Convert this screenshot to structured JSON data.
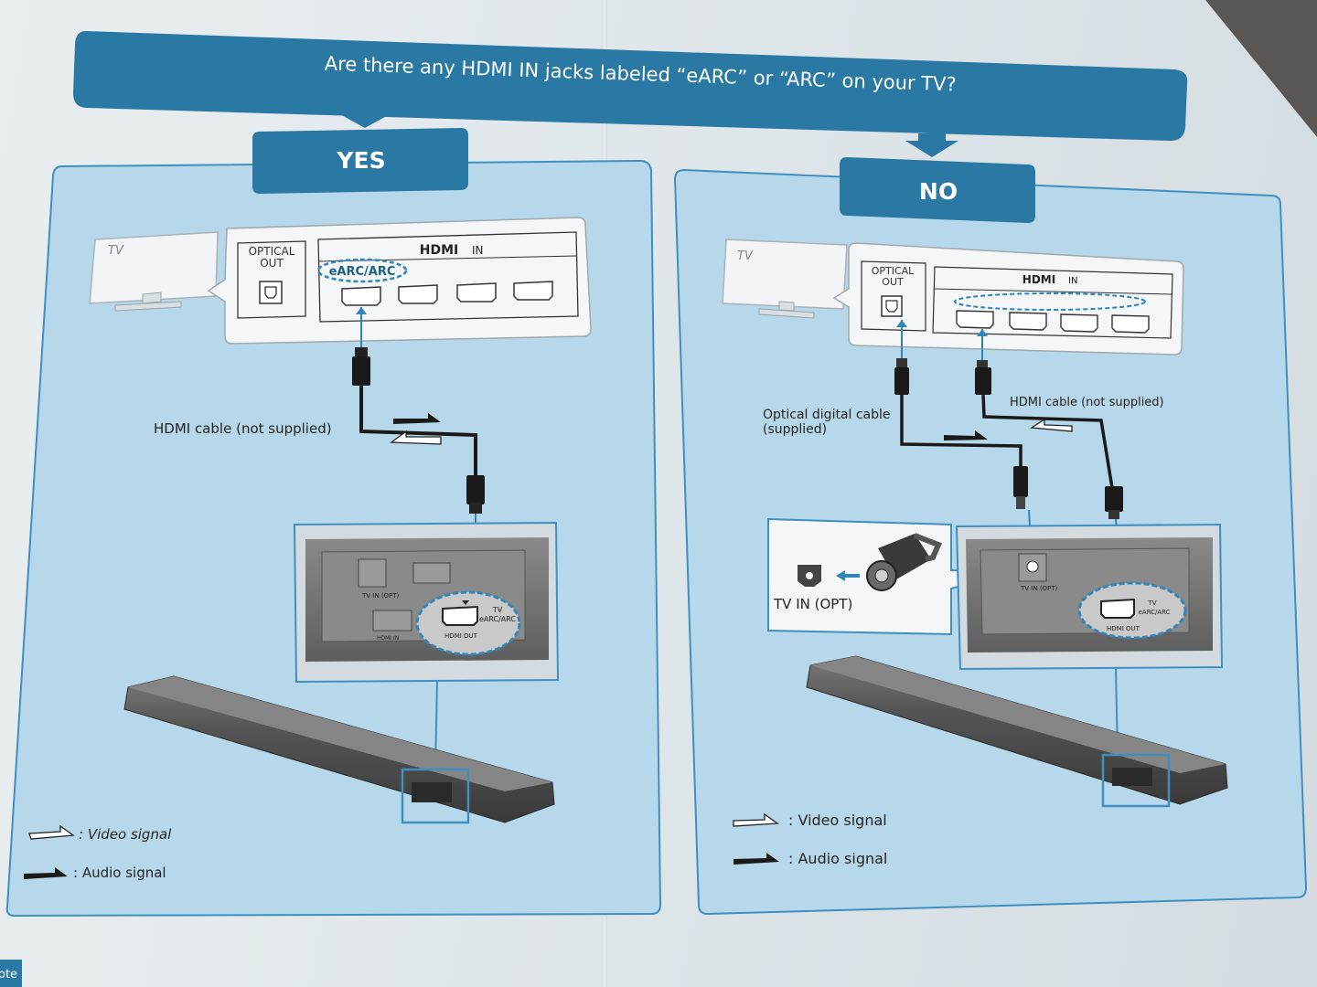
{
  "question": "Are there any HDMI IN jacks labeled “eARC” or “ARC” on your TV?",
  "yes": {
    "tag": "YES",
    "tv_label": "TV",
    "optical_out_line1": "OPTICAL",
    "optical_out_line2": "OUT",
    "hdmi_logo": "HDMI",
    "hdmi_in": "IN",
    "earc_label": "eARC/ARC",
    "cable_label": "HDMI cable (not supplied)",
    "soundbar_tv_in_opt": "TV IN (OPT)",
    "soundbar_hdmi_out": "HDMI OUT",
    "soundbar_tv_earc_line1": "TV",
    "soundbar_tv_earc_line2": "eARC/ARC",
    "soundbar_hdmi_in": "HDMI IN",
    "legend_video": ": Video signal",
    "legend_audio": ": Audio signal"
  },
  "no": {
    "tag": "NO",
    "tv_label": "TV",
    "optical_out_line1": "OPTICAL",
    "optical_out_line2": "OUT",
    "hdmi_logo": "HDMI",
    "hdmi_in": "IN",
    "optical_cable_line1": "Optical digital cable",
    "optical_cable_line2": "(supplied)",
    "hdmi_cable_label": "HDMI cable (not supplied)",
    "tv_in_opt_callout": "TV IN (OPT)",
    "soundbar_tv_in_opt": "TV IN (OPT)",
    "soundbar_hdmi_out": "HDMI OUT",
    "soundbar_tv_earc_line1": "TV",
    "soundbar_tv_earc_line2": "eARC/ARC",
    "legend_video": ": Video signal",
    "legend_audio": ": Audio signal"
  },
  "corner_tab": "ote",
  "colors": {
    "brand_blue": "#2a78a4",
    "panel_fill": "#b6d8ea",
    "panel_border": "#3f8fbf",
    "port_highlight": "#2f86bb",
    "cable": "#1a1a1a",
    "soundbar": "#4a4a4a"
  }
}
